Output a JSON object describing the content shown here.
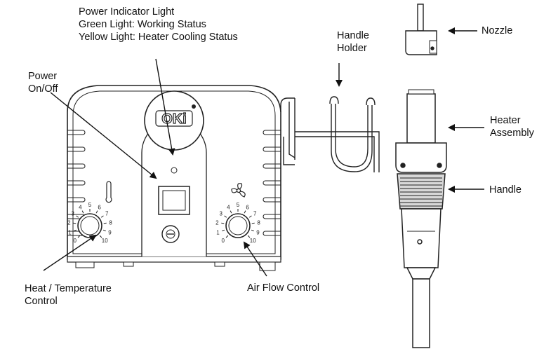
{
  "labels": {
    "power_indicator": [
      "Power Indicator Light",
      "Green Light: Working Status",
      "Yellow Light: Heater Cooling Status"
    ],
    "handle_holder": [
      "Handle",
      "Holder"
    ],
    "power_switch": [
      "Power",
      "On/Off"
    ],
    "nozzle": "Nozzle",
    "heater_assembly": [
      "Heater",
      "Assembly"
    ],
    "handle": "Handle",
    "heat_control": [
      "Heat / Temperature",
      "Control"
    ],
    "air_flow": "Air Flow Control"
  },
  "brand_logo": "OKi",
  "dial_scale": [
    "0",
    "1",
    "2",
    "3",
    "4",
    "5",
    "6",
    "7",
    "8",
    "9",
    "10"
  ],
  "colors": {
    "line": "#222222",
    "body_fill": "#ffffff",
    "grip_fill": "#d8d8d8"
  }
}
